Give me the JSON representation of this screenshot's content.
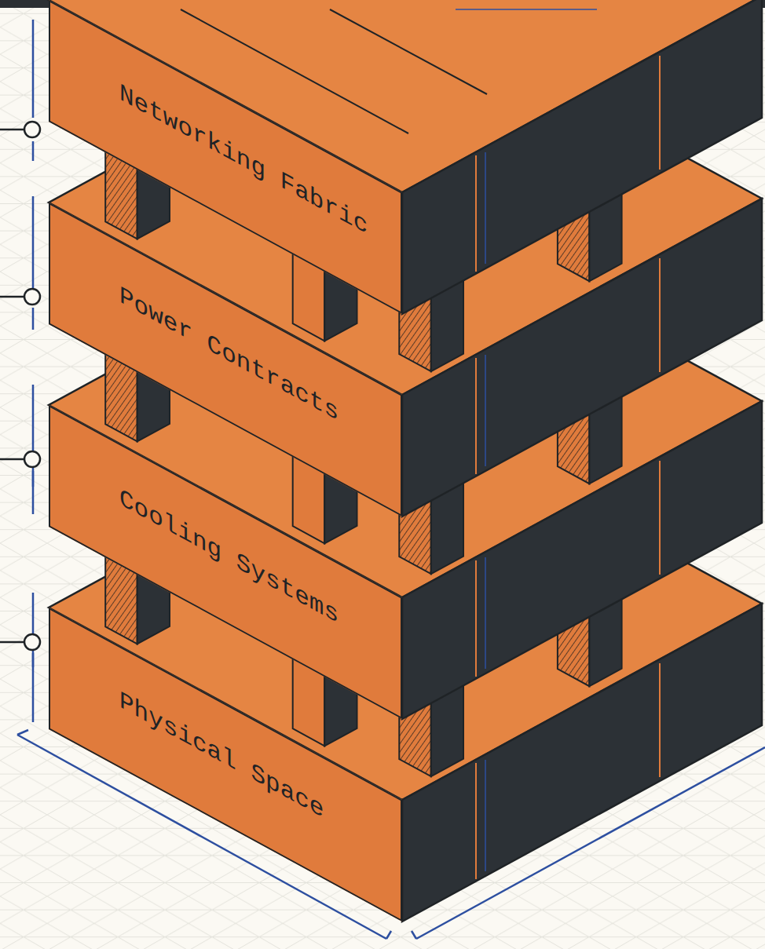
{
  "diagram": {
    "nodes": [
      {
        "text": [
          "Networking Fabric"
        ]
      },
      {
        "text": [
          "Power Contracts"
        ]
      },
      {
        "text": [
          "Cooling Systems"
        ]
      },
      {
        "text": [
          "Physical Space"
        ]
      }
    ]
  }
}
